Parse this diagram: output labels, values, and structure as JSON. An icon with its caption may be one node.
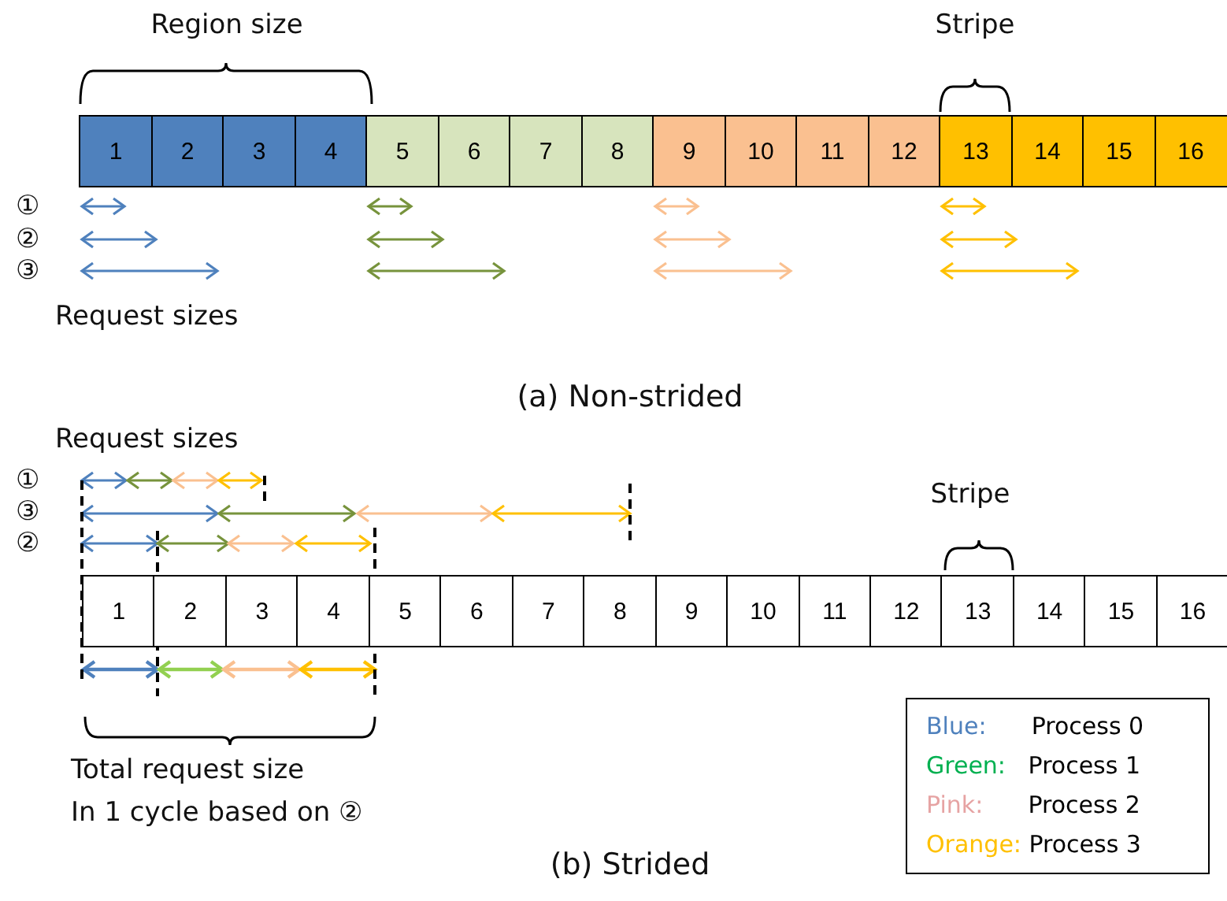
{
  "diagram": {
    "caption": "(b) Strided",
    "nodes": [
      {
        "text": [
          "1"
        ]
      },
      {
        "text": [
          "2"
        ]
      },
      {
        "text": [
          "3"
        ]
      },
      {
        "text": [
          "4"
        ]
      },
      {
        "text": [
          "5"
        ]
      },
      {
        "text": [
          "6"
        ]
      },
      {
        "text": [
          "7"
        ]
      },
      {
        "text": [
          "8"
        ]
      },
      {
        "text": [
          "9"
        ]
      },
      {
        "text": [
          "10"
        ]
      },
      {
        "text": [
          "11"
        ]
      },
      {
        "text": [
          "12"
        ]
      },
      {
        "text": [
          "13"
        ]
      },
      {
        "text": [
          "14"
        ]
      },
      {
        "text": [
          "15"
        ]
      },
      {
        "text": [
          "16"
        ]
      },
      {
        "text": [
          "1"
        ]
      },
      {
        "text": [
          "2"
        ]
      },
      {
        "text": [
          "3"
        ]
      },
      {
        "text": [
          "4"
        ]
      },
      {
        "text": [
          "5"
        ]
      },
      {
        "text": [
          "6"
        ]
      },
      {
        "text": [
          "7"
        ]
      },
      {
        "text": [
          "8"
        ]
      },
      {
        "text": [
          "9"
        ]
      },
      {
        "text": [
          "10"
        ]
      },
      {
        "text": [
          "11"
        ]
      },
      {
        "text": [
          "12"
        ]
      },
      {
        "text": [
          "13"
        ]
      },
      {
        "text": [
          "14"
        ]
      },
      {
        "text": [
          "15"
        ]
      },
      {
        "text": [
          "16"
        ]
      }
    ],
    "labels": [
      "Region size",
      "Stripe",
      "①",
      "②",
      "③",
      "Request sizes",
      "(a) Non-strided",
      "Request sizes",
      "①",
      "③",
      "②",
      "Stripe",
      "Total request size",
      "In 1 cycle  based on ②"
    ],
    "legend": [
      {
        "text": "Blue:      Process 0",
        "color": "#4f81bd"
      },
      {
        "text": "Green:   Process 1",
        "color": "#00b050"
      },
      {
        "text": "Pink:      Process 2",
        "color": "#e6a3a3"
      },
      {
        "text": "Orange: Process 3",
        "color": "#ffc000"
      }
    ]
  }
}
